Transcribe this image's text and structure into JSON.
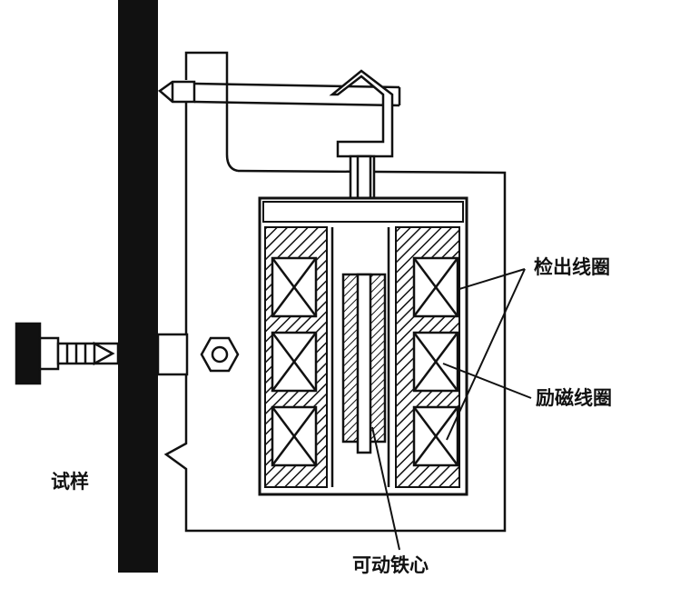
{
  "diagram": {
    "labels": {
      "detection_coil": "检出线圈",
      "excitation_coil": "励磁线圈",
      "specimen": "试样",
      "movable_core": "可动铁心"
    },
    "colors": {
      "ink": "#111111",
      "background": "#ffffff"
    }
  }
}
